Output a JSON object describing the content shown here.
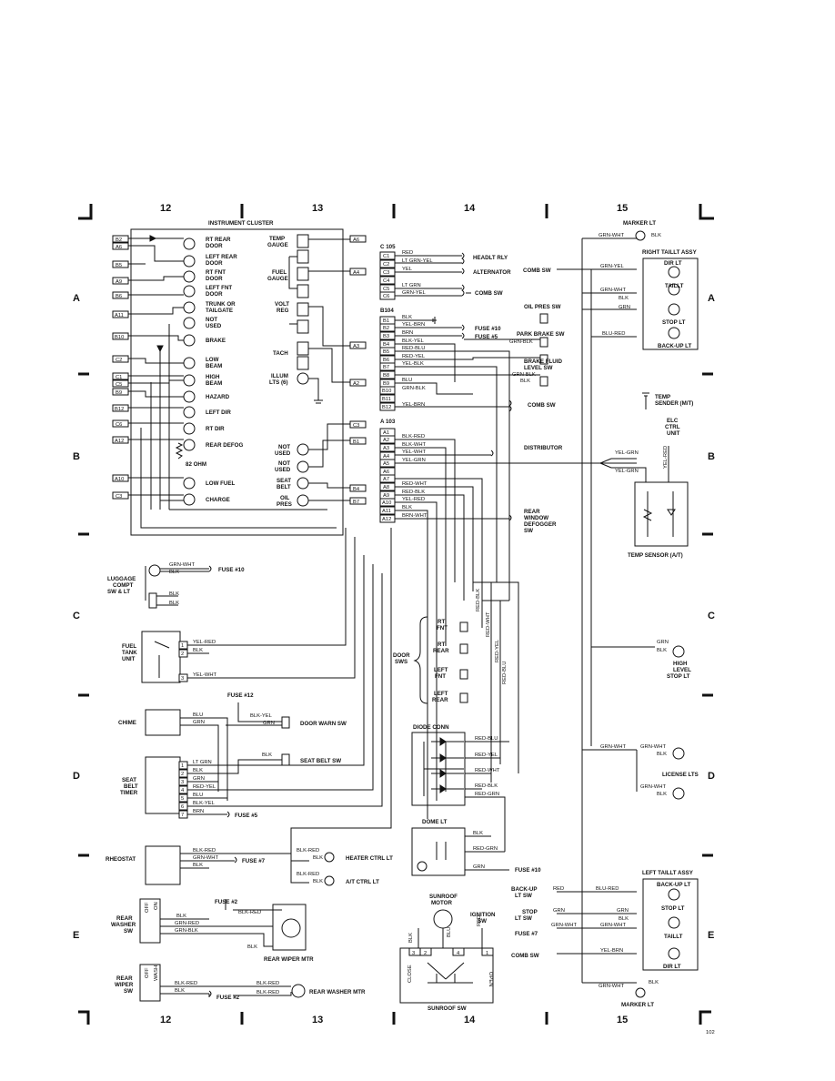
{
  "grid": {
    "top_numbers": [
      "12",
      "13",
      "14",
      "15"
    ],
    "bottom_numbers": [
      "12",
      "13",
      "14",
      "15"
    ],
    "row_letters": [
      "A",
      "B",
      "C",
      "D",
      "E"
    ],
    "figure_code": "102"
  },
  "cluster": {
    "title": "INSTRUMENT CLUSTER",
    "left_pins": [
      "B2",
      "A6",
      "B5",
      "A9",
      "B6",
      "A11",
      "B10",
      "C2",
      "C1",
      "C5",
      "B9",
      "B12",
      "C6",
      "A12",
      "A10",
      "C3"
    ],
    "left_items": [
      "RT REAR",
      "DOOR",
      "LEFT REAR",
      "DOOR",
      "RT FNT",
      "DOOR",
      "LEFT FNT",
      "DOOR",
      "TRUNK OR",
      "TAILGATE",
      "NOT",
      "USED",
      "BRAKE",
      "LOW",
      "BEAM",
      "HIGH",
      "BEAM",
      "HAZARD",
      "LEFT DIR",
      "RT DIR",
      "REAR DEFOG",
      "82 OHM",
      "LOW FUEL",
      "CHARGE"
    ],
    "right_pins": [
      "A6",
      "A4",
      "A3",
      "A2",
      "C3",
      "B1",
      "B4",
      "B7"
    ],
    "right_items": [
      "TEMP",
      "GAUGE",
      "FUEL",
      "GAUGE",
      "VOLT",
      "REG",
      "TACH",
      "ILLUM",
      "LTS (6)",
      "NOT",
      "USED",
      "NOT",
      "USED",
      "SEAT",
      "BELT",
      "OIL",
      "PRES"
    ]
  },
  "connectors": {
    "c105": {
      "name": "C 105",
      "pins": [
        "C1",
        "C2",
        "C3",
        "C4",
        "C5",
        "C6"
      ],
      "wires": [
        "RED",
        "LT GRN-YEL",
        "YEL",
        "LT GRN",
        "GRN-YEL"
      ],
      "dests": [
        "HEADLT RLY",
        "ALTERNATOR",
        "COMB SW"
      ]
    },
    "b104": {
      "name": "B104",
      "pins": [
        "B1",
        "B2",
        "B3",
        "B4",
        "B5",
        "B6",
        "B7",
        "B8",
        "B9",
        "B10",
        "B11",
        "B12"
      ],
      "wires": [
        "BLK",
        "YEL-BRN",
        "BRN",
        "BLK-YEL",
        "RED-BLU",
        "RED-YEL",
        "YEL-BLK",
        "BLU",
        "GRN-BLK",
        "YEL-BRN"
      ],
      "dests": [
        "OIL PRES SW",
        "FUSE #10",
        "FUSE #5",
        "PARK BRAKE SW",
        "GRN-BLK",
        "BRAKE FLUID",
        "LEVEL SW",
        "GRN-BLK",
        "BLK",
        "COMB SW"
      ]
    },
    "a103": {
      "name": "A 103",
      "pins": [
        "A1",
        "A2",
        "A3",
        "A4",
        "A5",
        "A6",
        "A7",
        "A8",
        "A9",
        "A10",
        "A11",
        "A12"
      ],
      "wires": [
        "BLK-RED",
        "BLK-WHT",
        "YEL-WHT",
        "YEL-GRN",
        "RED-WHT",
        "RED-BLK",
        "YEL-RED",
        "BLK",
        "BRN-WHT"
      ],
      "dests": [
        "DISTRIBUTOR",
        "REAR",
        "WINDOW",
        "DEFOGGER",
        "SW"
      ]
    }
  },
  "right_side": {
    "marker_top": "MARKER LT",
    "marker_top_wires": [
      "GRN-WHT",
      "BLK"
    ],
    "right_taillt": "RIGHT TAILLT ASSY",
    "right_taillt_items": [
      "DIR LT",
      "TAILLT",
      "STOP LT",
      "BACK-UP LT"
    ],
    "right_taillt_wires": [
      "GRN-YEL",
      "GRN-WHT",
      "BLK",
      "GRN",
      "BLU-RED"
    ],
    "comb_sw": "COMB SW",
    "temp_sender": [
      "TEMP",
      "SENDER (M/T)"
    ],
    "elc_ctrl": [
      "ELC",
      "CTRL",
      "UNIT"
    ],
    "temp_sensor_wires": [
      "YEL-GRN",
      "YEL-GRN",
      "YEL-RED"
    ],
    "temp_sensor": "TEMP SENSOR (A/T)",
    "high_stop_wires": [
      "GRN",
      "BLK"
    ],
    "high_stop": [
      "HIGH",
      "LEVEL",
      "STOP LT"
    ],
    "license_wires": [
      "GRN-WHT",
      "GRN-WHT",
      "BLK",
      "GRN-WHT",
      "BLK"
    ],
    "license": "LICENSE LTS",
    "left_taillt": "LEFT TAILLT ASSY",
    "left_taillt_items": [
      "BACK-UP LT",
      "STOP LT",
      "TAILLT",
      "DIR LT"
    ],
    "left_taillt_wires": [
      "RED",
      "BLU-RED",
      "GRN",
      "GRN",
      "BLK",
      "GRN-WHT",
      "GRN-WHT",
      "YEL-BRN"
    ],
    "left_taillt_sources": [
      "BACK-UP",
      "LT SW",
      "STOP",
      "LT SW",
      "FUSE #7",
      "COMB SW"
    ],
    "marker_bottom": "MARKER LT",
    "marker_bottom_wires": [
      "GRN-WHT",
      "BLK"
    ]
  },
  "middle": {
    "vertical_wires": [
      "RED-BLK",
      "RED-WHT",
      "RED-YEL",
      "RED-BLU"
    ],
    "door_sws": [
      "RT",
      "FNT",
      "RT",
      "REAR",
      "LEFT",
      "FNT",
      "LEFT",
      "REAR"
    ],
    "door_sws_label": [
      "DOOR",
      "SWS"
    ],
    "diode_conn": "DIODE CONN",
    "diode_wires": [
      "RED-BLU",
      "RED-YEL",
      "RED-WHT",
      "RED-BLK",
      "RED-GRN"
    ],
    "dome_lt": "DOME LT",
    "dome_wires": [
      "BLK",
      "RED-GRN",
      "GRN"
    ],
    "dome_fuse": "FUSE #10",
    "sunroof_motor": [
      "SUNROOF",
      "MOTOR"
    ],
    "ignition_sw": [
      "IGNITION",
      "SW"
    ],
    "sunroof_wires": [
      "BLK",
      "BLU",
      "RED"
    ],
    "sunroof_pins": [
      "3",
      "2",
      "4",
      "1"
    ],
    "sunroof_positions": [
      "CLOSE",
      "OPEN"
    ],
    "sunroof_sw": "SUNROOF SW"
  },
  "left_bottom": {
    "luggage": [
      "LUGGAGE",
      "COMPT",
      "SW & LT"
    ],
    "luggage_wires": [
      "GRN-WHT",
      "BLK",
      "BLK",
      "BLK"
    ],
    "luggage_fuse": "FUSE #10",
    "fuel_tank": [
      "FUEL",
      "TANK",
      "UNIT"
    ],
    "fuel_tank_wires": [
      "YEL-RED",
      "BLK",
      "YEL-WHT"
    ],
    "fuel_tank_pins": [
      "1",
      "2",
      "3"
    ],
    "chime": "CHIME",
    "chime_wires": [
      "BLU",
      "GRN",
      "BLK-YEL",
      "GRN"
    ],
    "fuse12": "FUSE #12",
    "door_warn": "DOOR WARN SW",
    "seat_belt_sw": "SEAT BELT SW",
    "seat_belt_timer": [
      "SEAT",
      "BELT",
      "TIMER"
    ],
    "timer_wires": [
      "LT GRN",
      "BLK",
      "GRN",
      "RED-YEL",
      "BLU",
      "BLK-YEL",
      "BRN",
      "BLK"
    ],
    "timer_pins": [
      "1",
      "2",
      "3",
      "4",
      "5",
      "6",
      "7"
    ],
    "fuse5": "FUSE #5",
    "rheostat": "RHEOSTAT",
    "rheostat_wires": [
      "BLK-RED",
      "GRN-WHT",
      "BLK",
      "BLK-RED",
      "BLK",
      "BLK-RED",
      "BLK"
    ],
    "fuse7": "FUSE #7",
    "heater_ctrl": "HEATER CTRL LT",
    "ac_ctrl": "A/T CTRL LT",
    "rear_washer_sw": [
      "REAR",
      "WASHER",
      "SW"
    ],
    "washer_sw_pos": [
      "OFF",
      "ON"
    ],
    "fuse2": "FUSE #2",
    "washer_wires": [
      "BLK",
      "GRN-RED",
      "GRN-BLK",
      "BLK-RED",
      "BLK"
    ],
    "rear_wiper_mtr": "REAR WIPER MTR",
    "rear_wiper_sw": [
      "REAR",
      "WIPER",
      "SW"
    ],
    "wiper_sw_pos": [
      "OFF",
      "WASH"
    ],
    "wiper_wires": [
      "BLK-RED",
      "BLK",
      "BLK-RED",
      "BLK-RED"
    ],
    "fuse2b": "FUSE #2",
    "rear_washer_mtr": "REAR WASHER MTR"
  }
}
